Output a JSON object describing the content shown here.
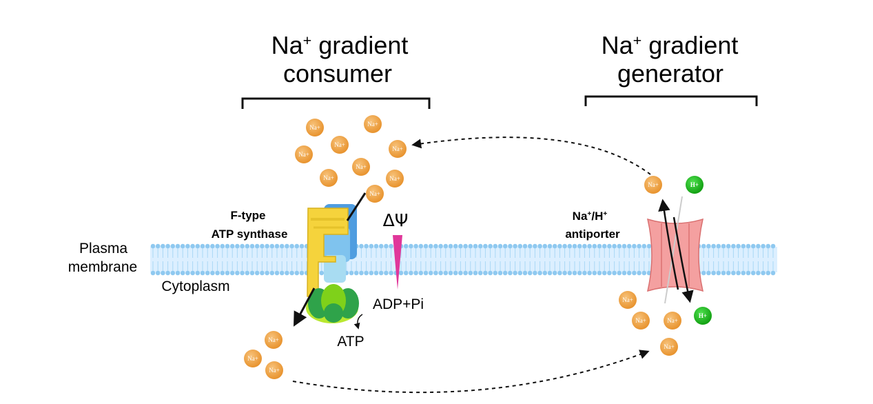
{
  "consumer": {
    "title_line1": "Na",
    "title_sup": "+",
    "title_rest": " gradient",
    "title_line2": "consumer"
  },
  "generator": {
    "title_line1": "Na",
    "title_sup": "+",
    "title_rest": " gradient",
    "title_line2": "generator"
  },
  "membrane": {
    "label_line1": "Plasma",
    "label_line2": "membrane",
    "cytoplasm": "Cytoplasm"
  },
  "atp_synthase": {
    "label_line1": "F-type",
    "label_line2": "ATP synthase"
  },
  "delta_psi": "ΔΨ",
  "adp_pi": "ADP+Pi",
  "atp": "ATP",
  "antiporter": {
    "label_line1_a": "Na",
    "label_line1_sup": "+",
    "label_line1_b": "/H",
    "label_line1_sup2": "+",
    "label_line2": "antiporter"
  },
  "ions": {
    "na": "Na+",
    "h": "H+"
  },
  "colors": {
    "na_ion": "#f2a84a",
    "h_ion": "#1db81d",
    "membrane": "#8fc9f0",
    "antiporter": "#f4a0a0",
    "synthase_yellow": "#f5d33c",
    "synthase_green": "#7fd11a",
    "psi_marker": "#e0379a"
  }
}
